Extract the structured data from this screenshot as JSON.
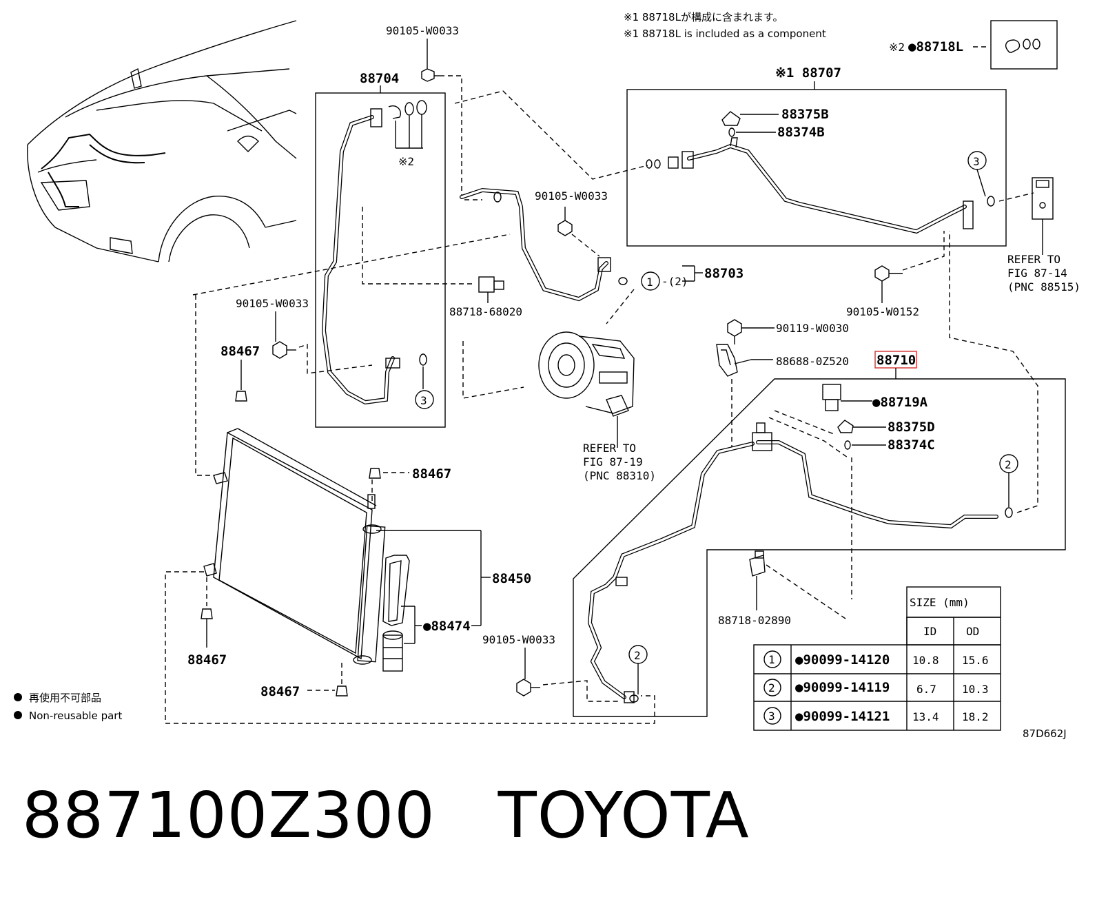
{
  "notes": {
    "line1": "※1 88718Lが構成に含まれます。",
    "line2": "※1 88718L is included as a component"
  },
  "legend": {
    "jp": "再使用不可部品",
    "en": "Non-reusable part"
  },
  "figure_id": "87D662J",
  "part_title": {
    "number": "887100Z300",
    "brand": "TOYOTA"
  },
  "highlight_color": "#d93b3b",
  "parts": {
    "p1": "90105-W0033",
    "p2": "88704",
    "p3": "※2",
    "p4": "※1 88707",
    "p5": "88375B",
    "p6": "88374B",
    "p7": "※2",
    "p8": "●88718L",
    "p9": "90105-W0033",
    "p10": "88703",
    "p11": "-(2)",
    "p12": "88718-68020",
    "p13": "90105-W0033",
    "p14": "88467",
    "p15": "REFER TO",
    "p16": "FIG 87-14",
    "p17": "(PNC 88515)",
    "p18": "90105-W0152",
    "p19": "90119-W0030",
    "p20": "88688-0Z520",
    "p21": "88710",
    "p22": "●88719A",
    "p23": "88375D",
    "p24": "88374C",
    "p25": "REFER TO",
    "p26": "FIG 87-19",
    "p27": "(PNC 88310)",
    "p28": "88467",
    "p29": "88450",
    "p30": "●88474",
    "p31": "88467",
    "p32": "88467",
    "p33": "90105-W0033",
    "p34": "88718-02890"
  },
  "callouts": {
    "c1": "1",
    "c2": "3",
    "c3": "3",
    "c4": "2",
    "c5": "2"
  },
  "size_table": {
    "header": "SIZE (mm)",
    "col_id": "ID",
    "col_od": "OD",
    "rows": [
      {
        "num": "1",
        "part": "●90099-14120",
        "id": "10.8",
        "od": "15.6"
      },
      {
        "num": "2",
        "part": "●90099-14119",
        "id": "6.7",
        "od": "10.3"
      },
      {
        "num": "3",
        "part": "●90099-14121",
        "id": "13.4",
        "od": "18.2"
      }
    ]
  }
}
